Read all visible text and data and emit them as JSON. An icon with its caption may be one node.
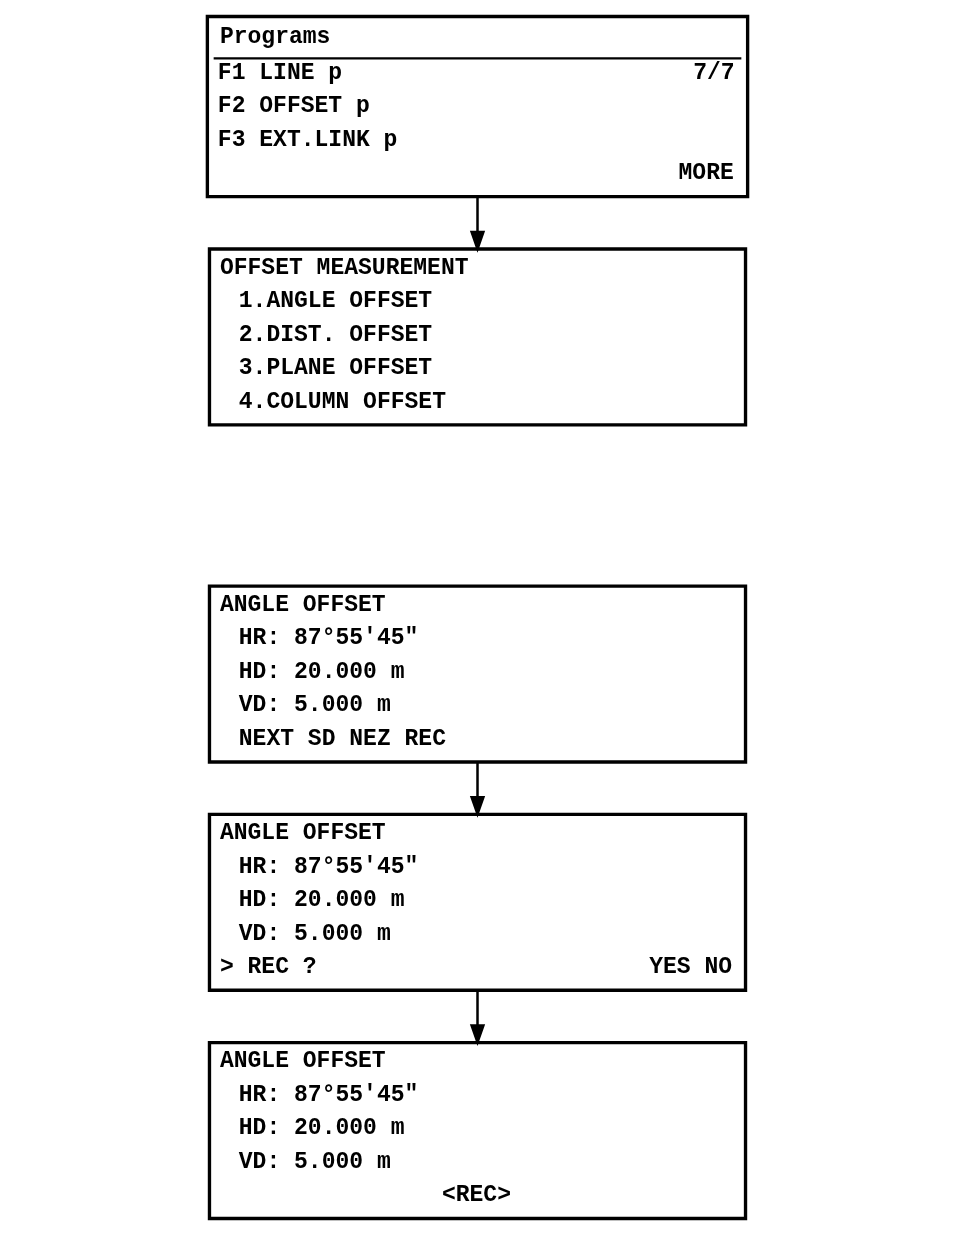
{
  "diagram": {
    "nodes": [
      {
        "text": [
          "Programs",
          "F1 LINE p",
          "7/7",
          "F2 OFFSET p",
          "F3 EXT.LINK p",
          "MORE"
        ]
      },
      {
        "text": [
          "OFFSET MEASUREMENT",
          "1.ANGLE OFFSET",
          "2.DIST. OFFSET",
          "3.PLANE OFFSET",
          "4.COLUMN OFFSET"
        ]
      },
      {
        "text": [
          "ANGLE OFFSET",
          "HR: 87°55'45\"",
          "HD: 20.000 m",
          "VD: 5.000 m",
          "NEXT SD NEZ REC"
        ]
      },
      {
        "text": [
          "ANGLE OFFSET",
          "HR: 87°55'45\"",
          "HD: 20.000 m",
          "VD: 5.000 m",
          "> REC ?",
          "YES NO"
        ]
      },
      {
        "text": [
          "ANGLE OFFSET",
          "HR: 87°55'45\"",
          "HD: 20.000 m",
          "VD: 5.000 m",
          "<REC>"
        ]
      }
    ],
    "edges": [
      {
        "from": 0,
        "to": 1,
        "arrow": "to"
      },
      {
        "from": 2,
        "to": 3,
        "arrow": "to"
      },
      {
        "from": 3,
        "to": 4,
        "arrow": "to"
      }
    ]
  }
}
